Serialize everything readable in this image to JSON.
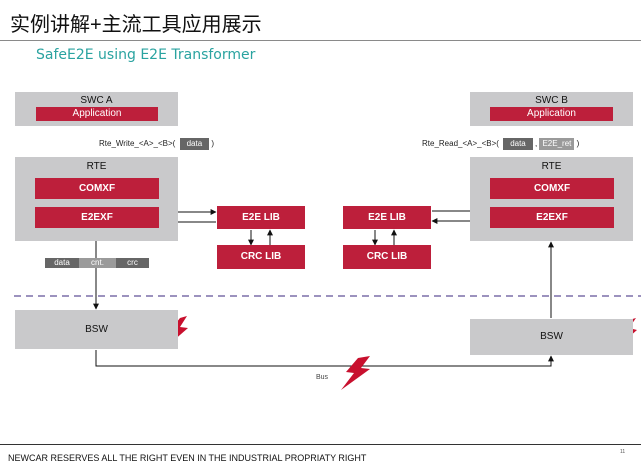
{
  "slide": {
    "title": "实例讲解+主流工具应用展示",
    "subtitle": "SafeE2E using E2E Transformer",
    "footer": "NEWCAR RESERVES ALL THE RIGHT EVEN IN THE INDUSTRIAL PROPRIATY RIGHT",
    "page_number": "11"
  },
  "diagram": {
    "left": {
      "swc_label": "SWC A",
      "app_label": "Application",
      "api_text": "Rte_Write_<A>_<B>(",
      "api_param": "data",
      "api_close": ")",
      "rte_label": "RTE",
      "comxf_label": "COMXF",
      "e2exf_label": "E2EXF",
      "e2e_lib_label": "E2E LIB",
      "crc_lib_label": "CRC LIB",
      "data_tags": [
        "data",
        "cnt.",
        "crc"
      ],
      "bsw_label": "BSW"
    },
    "right": {
      "swc_label": "SWC B",
      "app_label": "Application",
      "api_text": "Rte_Read_<A>_<B>(",
      "api_param": "data",
      "api_sep": ",",
      "api_param2": "E2E_ret",
      "api_close": ")",
      "rte_label": "RTE",
      "comxf_label": "COMXF",
      "e2exf_label": "E2EXF",
      "e2e_lib_label": "E2E LIB",
      "crc_lib_label": "CRC LIB",
      "bsw_label": "BSW"
    },
    "bus_label": "Bus",
    "colors": {
      "accent_red": "#bd1f3b",
      "box_grey": "#c9c9cb",
      "dashed_line": "#7b6fa8",
      "subtitle_teal": "#2aa3a0"
    }
  }
}
